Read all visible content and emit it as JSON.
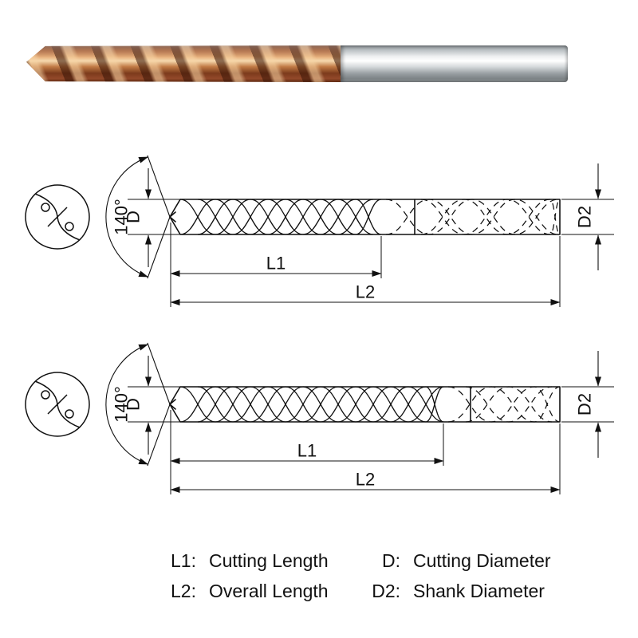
{
  "page": {
    "background": "#ffffff"
  },
  "photo": {
    "flute_color": "#a55c30",
    "shank_color": "#c9ced1"
  },
  "diagrams": [
    {
      "point_angle": "140°",
      "diameter_label": "D",
      "shank_diameter_label": "D2",
      "cutting_length_label": "L1",
      "overall_length_label": "L2"
    },
    {
      "point_angle": "140°",
      "diameter_label": "D",
      "shank_diameter_label": "D2",
      "cutting_length_label": "L1",
      "overall_length_label": "L2"
    }
  ],
  "legend": [
    {
      "key": "L1:",
      "value": "Cutting Length"
    },
    {
      "key": "D:",
      "value": "Cutting Diameter"
    },
    {
      "key": "L2:",
      "value": "Overall Length"
    },
    {
      "key": "D2:",
      "value": "Shank Diameter"
    }
  ]
}
